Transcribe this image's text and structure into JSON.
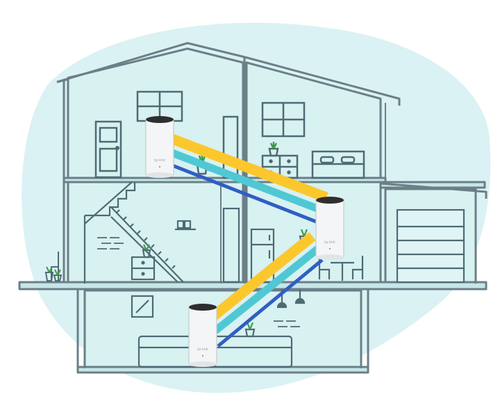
{
  "colors": {
    "background": "#ffffff",
    "glow": "#cdeef0",
    "room_fill": "#d8f1f1",
    "wall_stroke": "#6b7f87",
    "furniture_stroke": "#4e6a73",
    "beam_yellow": "#fcc72c",
    "beam_cyan": "#4fc8d4",
    "beam_blue": "#2f5ec4",
    "unit_body": "#f4f5f6",
    "unit_top": "#2e2e2e",
    "plant_green": "#3d9a4a"
  },
  "devices": [
    {
      "id": "upstairs-unit",
      "brand_text": "tp-link",
      "status_light": "on"
    },
    {
      "id": "middle-unit",
      "brand_text": "tp-link",
      "status_light": "on"
    },
    {
      "id": "basement-unit",
      "brand_text": "tp-link",
      "status_light": "on"
    }
  ],
  "beams": [
    {
      "from": "upstairs-unit",
      "to": "middle-unit",
      "bands": [
        "yellow",
        "cyan",
        "blue"
      ]
    },
    {
      "from": "middle-unit",
      "to": "basement-unit",
      "bands": [
        "yellow",
        "cyan",
        "blue"
      ]
    }
  ],
  "icons": {
    "window": "window-icon",
    "door": "door-icon",
    "bed": "bed-icon",
    "dresser": "dresser-icon",
    "plant": "plant-icon",
    "staircase": "staircase-icon",
    "garage_door": "garage-door-icon",
    "fridge": "fridge-icon",
    "chair": "chair-icon",
    "table": "table-icon",
    "pendant_lamp": "pendant-lamp-icon",
    "sofa": "sofa-icon",
    "picture_frame": "picture-frame-icon",
    "brick_wall": "brick-pattern-icon"
  }
}
